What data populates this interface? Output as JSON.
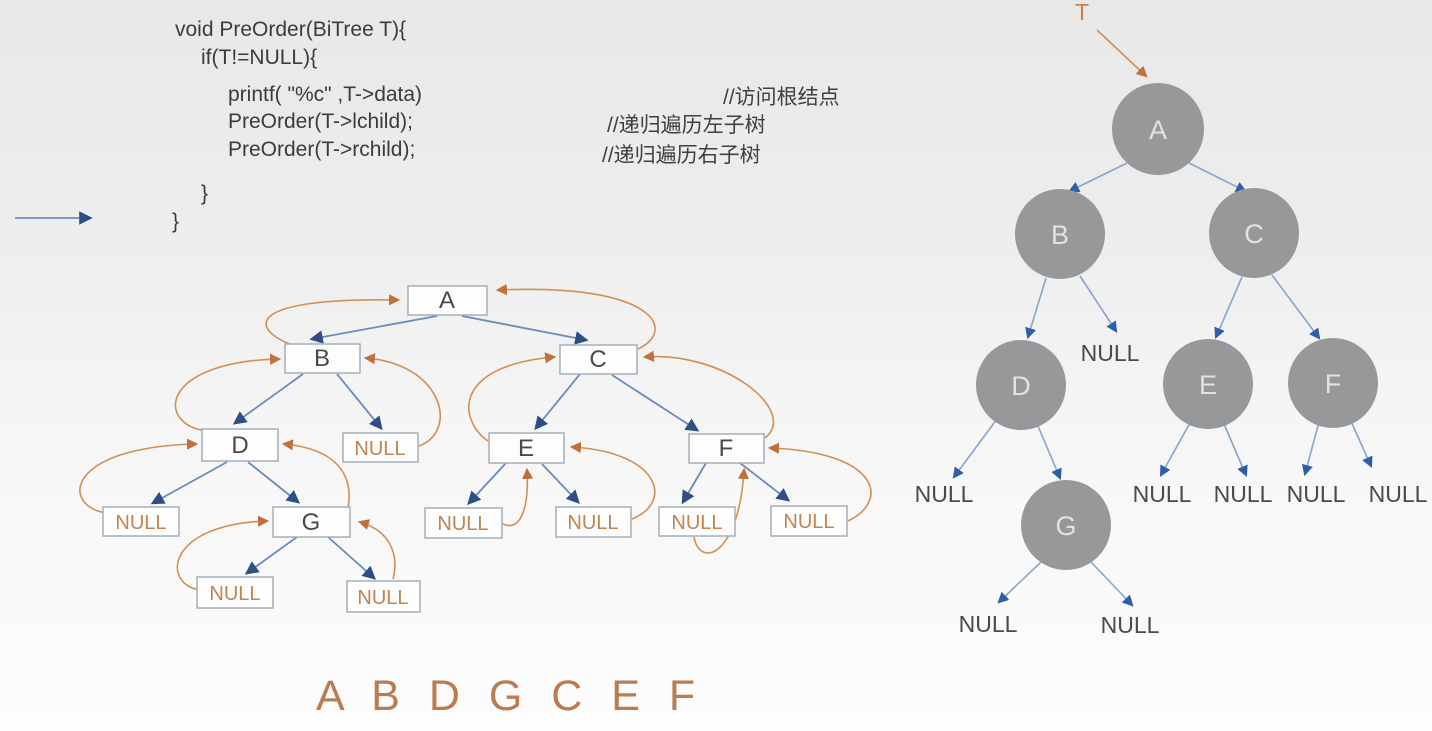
{
  "code": {
    "lines": [
      {
        "text": "void PreOrder(BiTree T){",
        "comment": ""
      },
      {
        "text": "if(T!=NULL){",
        "comment": ""
      },
      {
        "text": "printf( \"%c\" ,T->data)",
        "comment": "//访问根结点"
      },
      {
        "text": "PreOrder(T->lchild);",
        "comment": "//递归遍历左子树"
      },
      {
        "text": "PreOrder(T->rchild);",
        "comment": "//递归遍历右子树"
      },
      {
        "text": "}",
        "comment": ""
      },
      {
        "text": "}",
        "comment": ""
      }
    ]
  },
  "linked_tree": {
    "node_labels": [
      "A",
      "B",
      "C",
      "D",
      "E",
      "F",
      "G"
    ],
    "null_label": "NULL"
  },
  "pointer_tree": {
    "pointer_label": "T",
    "node_labels": [
      "A",
      "B",
      "C",
      "D",
      "E",
      "F",
      "G"
    ],
    "null_label": "NULL"
  },
  "traversal_result": "A B D G C E F",
  "colors": {
    "orange_accent": "#c8834e",
    "orange_curve": "#cf9055",
    "blue_edge": "#6b8cb8",
    "blue_arrowhead": "#2d4f86",
    "node_circle_gray": "#97989a",
    "null_text_orange": "#c08552",
    "result_text": "#bb7c50",
    "code_text": "#3b3b3b",
    "box_stroke": "#a3aeba"
  }
}
